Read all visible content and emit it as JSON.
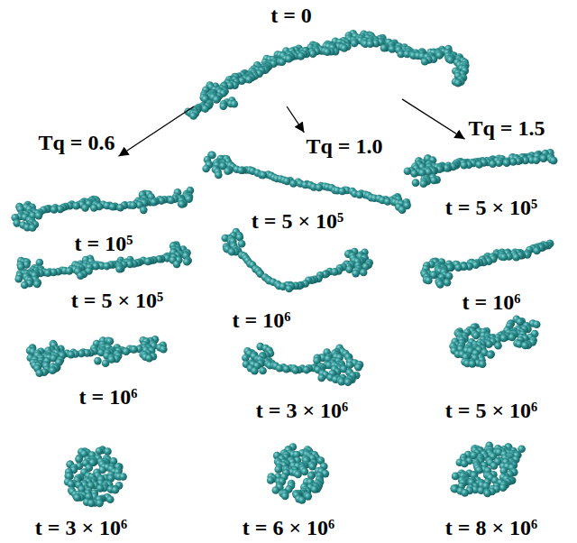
{
  "diagram": {
    "nodes": [
      {
        "text": [
          "t = 0"
        ]
      },
      {
        "text": [
          "Tq = 0.6"
        ]
      },
      {
        "text": [
          "Tq = 1.0"
        ]
      },
      {
        "text": [
          "Tq = 1.5"
        ]
      }
    ],
    "edges": [
      {
        "from": 0,
        "to": 1,
        "arrow": "to"
      },
      {
        "from": 0,
        "to": 2,
        "arrow": "to"
      },
      {
        "from": 0,
        "to": 3,
        "arrow": "to"
      }
    ],
    "labels": [
      "t = 5 × 10⁵",
      "t = 5 × 10⁵",
      "t = 10⁵",
      "t = 10⁶",
      "t = 5 × 10⁵",
      "t = 10⁶",
      "t = 10⁶",
      "t = 3 × 10⁶",
      "t = 5 × 10⁶",
      "t = 3 × 10⁶",
      "t = 6 × 10⁶",
      "t = 8 × 10⁶"
    ]
  }
}
